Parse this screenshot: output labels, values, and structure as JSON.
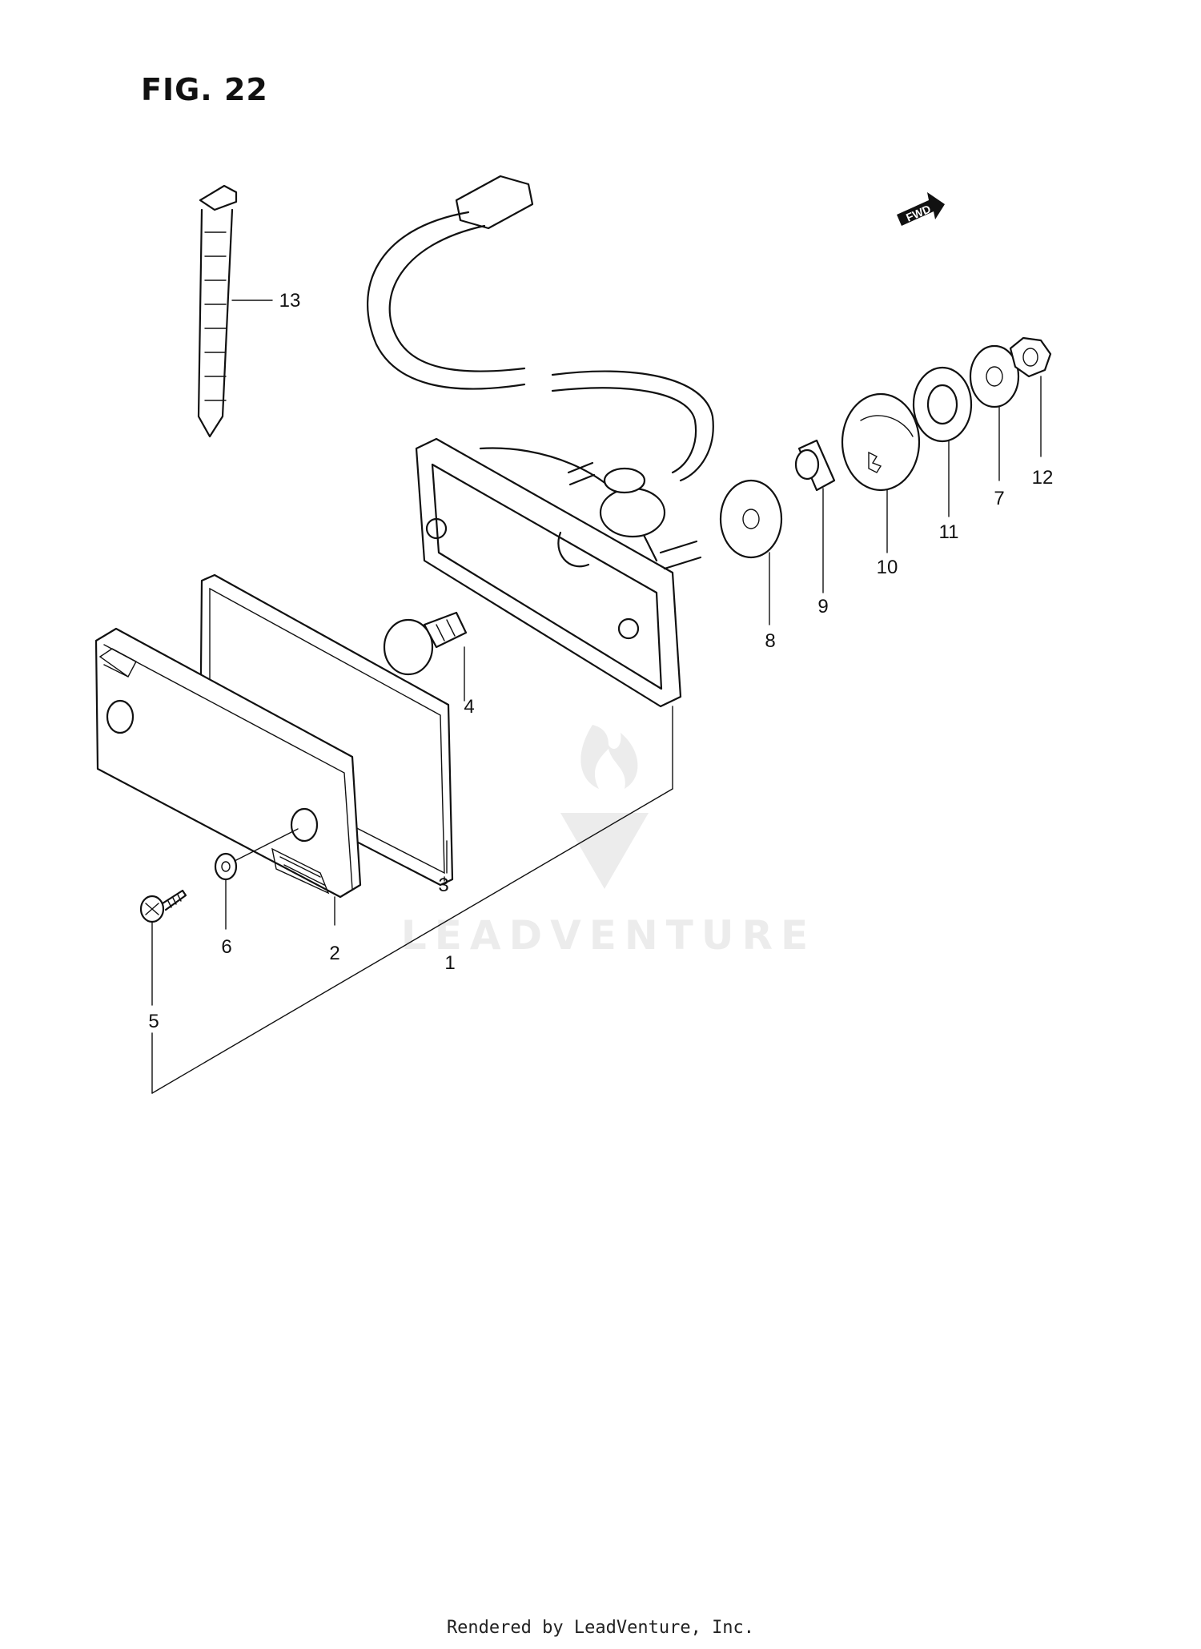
{
  "figure": {
    "title": "FIG. 22"
  },
  "watermark": {
    "text": "LEADVENTURE"
  },
  "fwd_arrow": {
    "label": "FWD"
  },
  "callouts": [
    {
      "id": "1",
      "label": "1"
    },
    {
      "id": "2",
      "label": "2"
    },
    {
      "id": "3",
      "label": "3"
    },
    {
      "id": "4",
      "label": "4"
    },
    {
      "id": "5",
      "label": "5"
    },
    {
      "id": "6",
      "label": "6"
    },
    {
      "id": "7",
      "label": "7"
    },
    {
      "id": "8",
      "label": "8"
    },
    {
      "id": "9",
      "label": "9"
    },
    {
      "id": "10",
      "label": "10"
    },
    {
      "id": "11",
      "label": "11"
    },
    {
      "id": "12",
      "label": "12"
    },
    {
      "id": "13",
      "label": "13"
    }
  ],
  "footer": {
    "credit": "Rendered by LeadVenture, Inc."
  }
}
